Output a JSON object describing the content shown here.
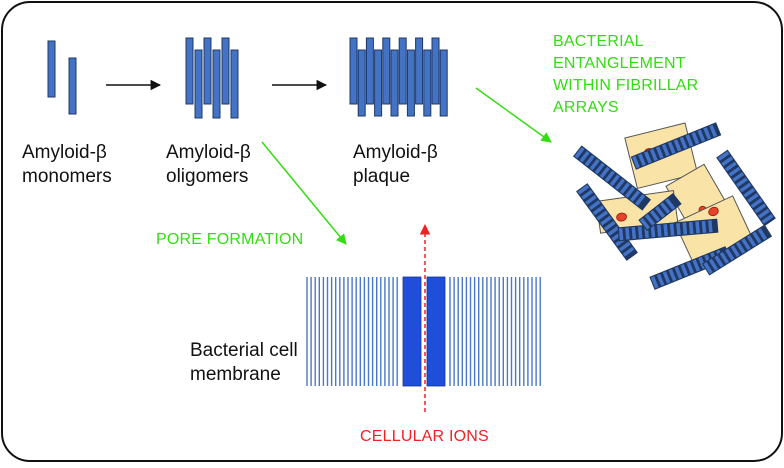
{
  "labels": {
    "monomers_line1": "Amyloid-β",
    "monomers_line2": "monomers",
    "oligomers_line1": "Amyloid-β",
    "oligomers_line2": "oligomers",
    "plaque_line1": "Amyloid-β",
    "plaque_line2": "plaque",
    "pore_formation": "PORE FORMATION",
    "bacterial_entanglement": [
      "BACTERIAL",
      "ENTANGLEMENT",
      "WITHIN FIBRILLAR",
      "ARRAYS"
    ],
    "membrane_line1": "Bacterial cell",
    "membrane_line2": "membrane",
    "cellular_ions": "CELLULAR IONS"
  },
  "colors": {
    "fibril_blue": "#4472c4",
    "fibril_dark": "#1f3864",
    "membrane_blue": "#4a78c8",
    "pore_blue": "#1f4ed8",
    "green_text": "#33dd11",
    "red_text": "#ee2222",
    "bacteria_fill": "#f9e3a6",
    "bacteria_nucleus": "#e8432a"
  }
}
